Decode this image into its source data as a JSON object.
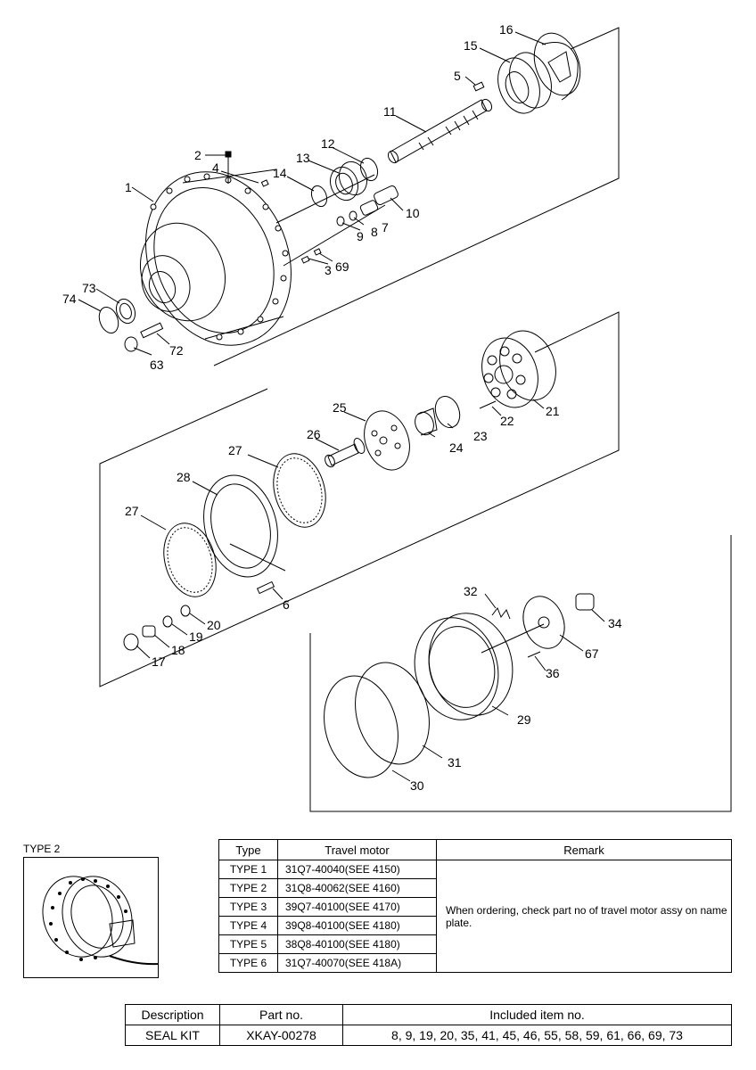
{
  "callouts": [
    "1",
    "2",
    "3",
    "4",
    "5",
    "6",
    "7",
    "8",
    "9",
    "10",
    "11",
    "12",
    "13",
    "14",
    "15",
    "16",
    "17",
    "18",
    "19",
    "20",
    "21",
    "22",
    "23",
    "24",
    "25",
    "26",
    "27",
    "27",
    "28",
    "29",
    "30",
    "31",
    "32",
    "34",
    "36",
    "63",
    "67",
    "69",
    "72",
    "73",
    "74"
  ],
  "type2": {
    "label": "TYPE 2"
  },
  "type_table": {
    "headers": {
      "type": "Type",
      "motor": "Travel motor",
      "remark": "Remark"
    },
    "rows": [
      {
        "type": "TYPE 1",
        "motor": "31Q7-40040(SEE 4150)"
      },
      {
        "type": "TYPE 2",
        "motor": "31Q8-40062(SEE 4160)"
      },
      {
        "type": "TYPE 3",
        "motor": "39Q7-40100(SEE 4170)"
      },
      {
        "type": "TYPE 4",
        "motor": "39Q8-40100(SEE 4180)"
      },
      {
        "type": "TYPE 5",
        "motor": "38Q8-40100(SEE 4180)"
      },
      {
        "type": "TYPE 6",
        "motor": "31Q7-40070(SEE 418A)"
      }
    ],
    "remark": "When ordering, check part no of travel motor assy on name plate."
  },
  "kit_table": {
    "headers": {
      "description": "Description",
      "part_no": "Part no.",
      "included": "Included item no."
    },
    "rows": [
      {
        "description": "SEAL KIT",
        "part_no": "XKAY-00278",
        "included": "8, 9, 19, 20, 35, 41, 45, 46, 55, 58, 59, 61, 66, 69, 73"
      }
    ]
  }
}
